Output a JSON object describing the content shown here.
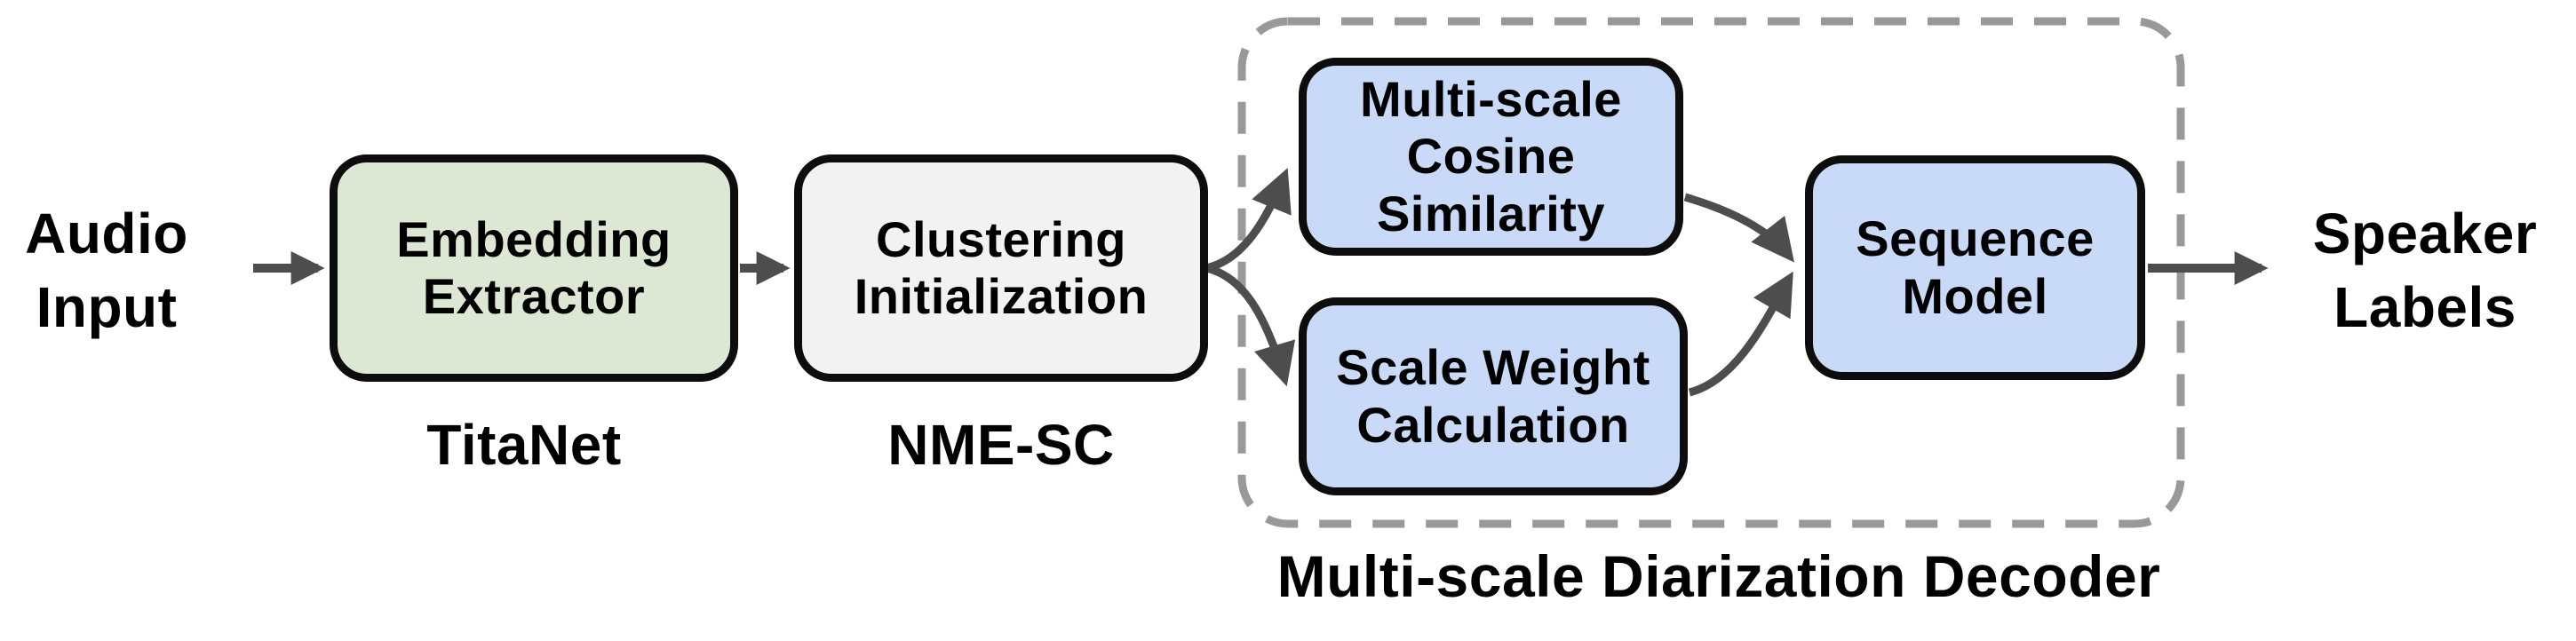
{
  "diagram": {
    "io_labels": {
      "input": "Audio\nInput",
      "output": "Speaker\nLabels"
    },
    "nodes": {
      "embedding_extractor": {
        "label": "Embedding\nExtractor",
        "caption": "TitaNet",
        "fill": "#dce8d3"
      },
      "clustering_initialization": {
        "label": "Clustering\nInitialization",
        "caption": "NME-SC",
        "fill": "#f2f2f2"
      },
      "multiscale_cosine_similarity": {
        "label": "Multi-scale\nCosine\nSimilarity",
        "fill": "#c9daf8"
      },
      "scale_weight_calculation": {
        "label": "Scale Weight\nCalculation",
        "fill": "#c9daf8"
      },
      "sequence_model": {
        "label": "Sequence\nModel",
        "fill": "#c9daf8"
      }
    },
    "group": {
      "caption": "Multi-scale Diarization Decoder",
      "border_color": "#999999"
    },
    "colors": {
      "arrow": "#4d4d4d",
      "box_border": "#0d0d0d",
      "background": "#ffffff"
    }
  }
}
